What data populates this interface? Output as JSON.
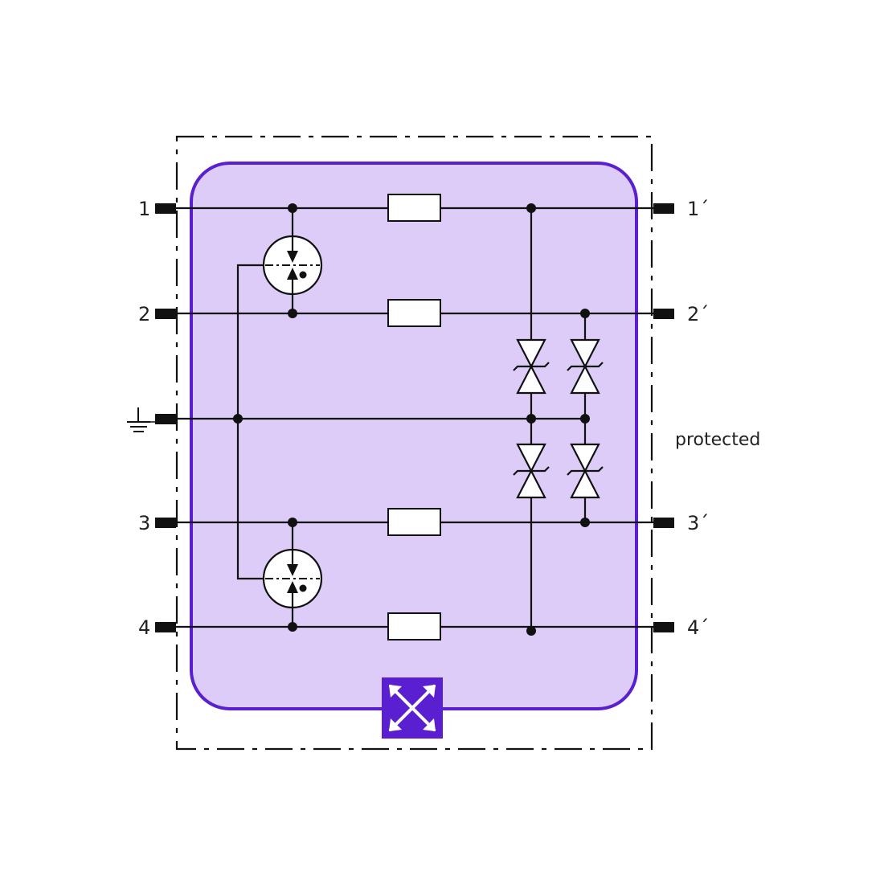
{
  "labels": {
    "in_1": "1",
    "in_2": "2",
    "in_3": "3",
    "in_4": "4",
    "out_1": "1´",
    "out_2": "2´",
    "out_3": "3´",
    "out_4": "4´",
    "protected": "protected"
  },
  "colors": {
    "module_fill": "#dcccf7",
    "module_border": "#5a1fd0",
    "badge_fill": "#5a1fd0",
    "line": "#111111"
  },
  "icons": {
    "ground": "ground-icon",
    "gas_discharge_tube": "gas-discharge-tube-icon",
    "resistor": "resistor-icon",
    "tvs_diode": "bidirectional-tvs-diode-icon",
    "badge": "expand-arrows-icon"
  }
}
